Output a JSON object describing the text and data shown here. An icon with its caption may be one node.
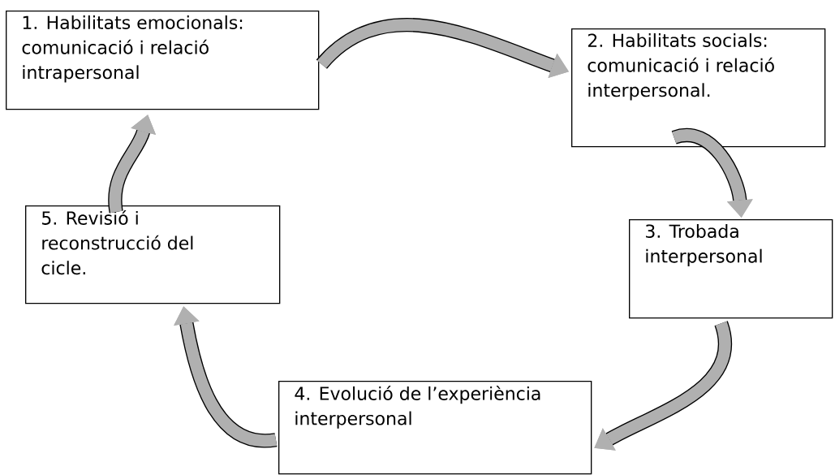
{
  "diagram": {
    "nodes": [
      {
        "text": [
          "1. Habilitats emocionals: comunicació i relació intrapersonal"
        ]
      },
      {
        "text": [
          "2. Habilitats socials: comunicació i relació interpersonal."
        ]
      },
      {
        "text": [
          "3. Trobada interpersonal"
        ]
      },
      {
        "text": [
          "4. Evolució de l’experiència interpersonal"
        ]
      },
      {
        "text": [
          "5. Revisió i reconstrucció del cicle."
        ]
      }
    ],
    "edges": [
      {
        "from": 0,
        "to": 1,
        "arrow": "to"
      },
      {
        "from": 1,
        "to": 2,
        "arrow": "to"
      },
      {
        "from": 2,
        "to": 3,
        "arrow": "to"
      },
      {
        "from": 3,
        "to": 4,
        "arrow": "to"
      },
      {
        "from": 4,
        "to": 0,
        "arrow": "to"
      }
    ]
  }
}
